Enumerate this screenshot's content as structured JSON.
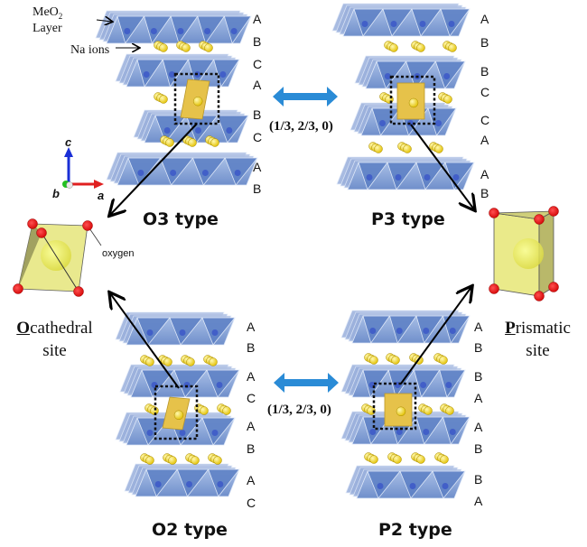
{
  "annotations": {
    "meo2_layer_line1": "MeO",
    "meo2_layer_sub": "2",
    "meo2_layer_line2": "Layer",
    "na_ions": "Na ions",
    "oxygen": "oxygen"
  },
  "axes": {
    "c": "c",
    "b": "b",
    "a": "a"
  },
  "structures": [
    {
      "id": "o3",
      "title": "O3 type",
      "stacking": [
        [
          "A",
          "B"
        ],
        [
          "C",
          "A"
        ],
        [
          "B",
          "C"
        ],
        [
          "A",
          "B"
        ]
      ]
    },
    {
      "id": "p3",
      "title": "P3 type",
      "stacking": [
        [
          "A",
          "B"
        ],
        [
          "B",
          "C"
        ],
        [
          "C",
          "A"
        ],
        [
          "A",
          "B"
        ]
      ]
    },
    {
      "id": "o2",
      "title": "O2 type",
      "stacking": [
        [
          "A",
          "B"
        ],
        [
          "A",
          "C"
        ],
        [
          "A",
          "B"
        ],
        [
          "A",
          "C"
        ]
      ]
    },
    {
      "id": "p2",
      "title": "P2 type",
      "stacking": [
        [
          "A",
          "B"
        ],
        [
          "B",
          "A"
        ],
        [
          "A",
          "B"
        ],
        [
          "B",
          "A"
        ]
      ]
    }
  ],
  "transitions": [
    {
      "label": "(1/3, 2/3, 0)"
    },
    {
      "label": "(1/3, 2/3, 0)"
    }
  ],
  "sites": {
    "octahedral": {
      "initial": "O",
      "rest": "cathedral",
      "line2": "site"
    },
    "prismatic": {
      "initial": "P",
      "rest": "rismatic",
      "line2": "site"
    }
  },
  "colors": {
    "layer_blue": "#7f9fd4",
    "layer_dark": "#5a7cc0",
    "na_yellow": "#f2d21a",
    "site_yellow": "#e6c24a",
    "oxygen_red": "#e00000",
    "arrow_blue": "#2a8bd6"
  }
}
